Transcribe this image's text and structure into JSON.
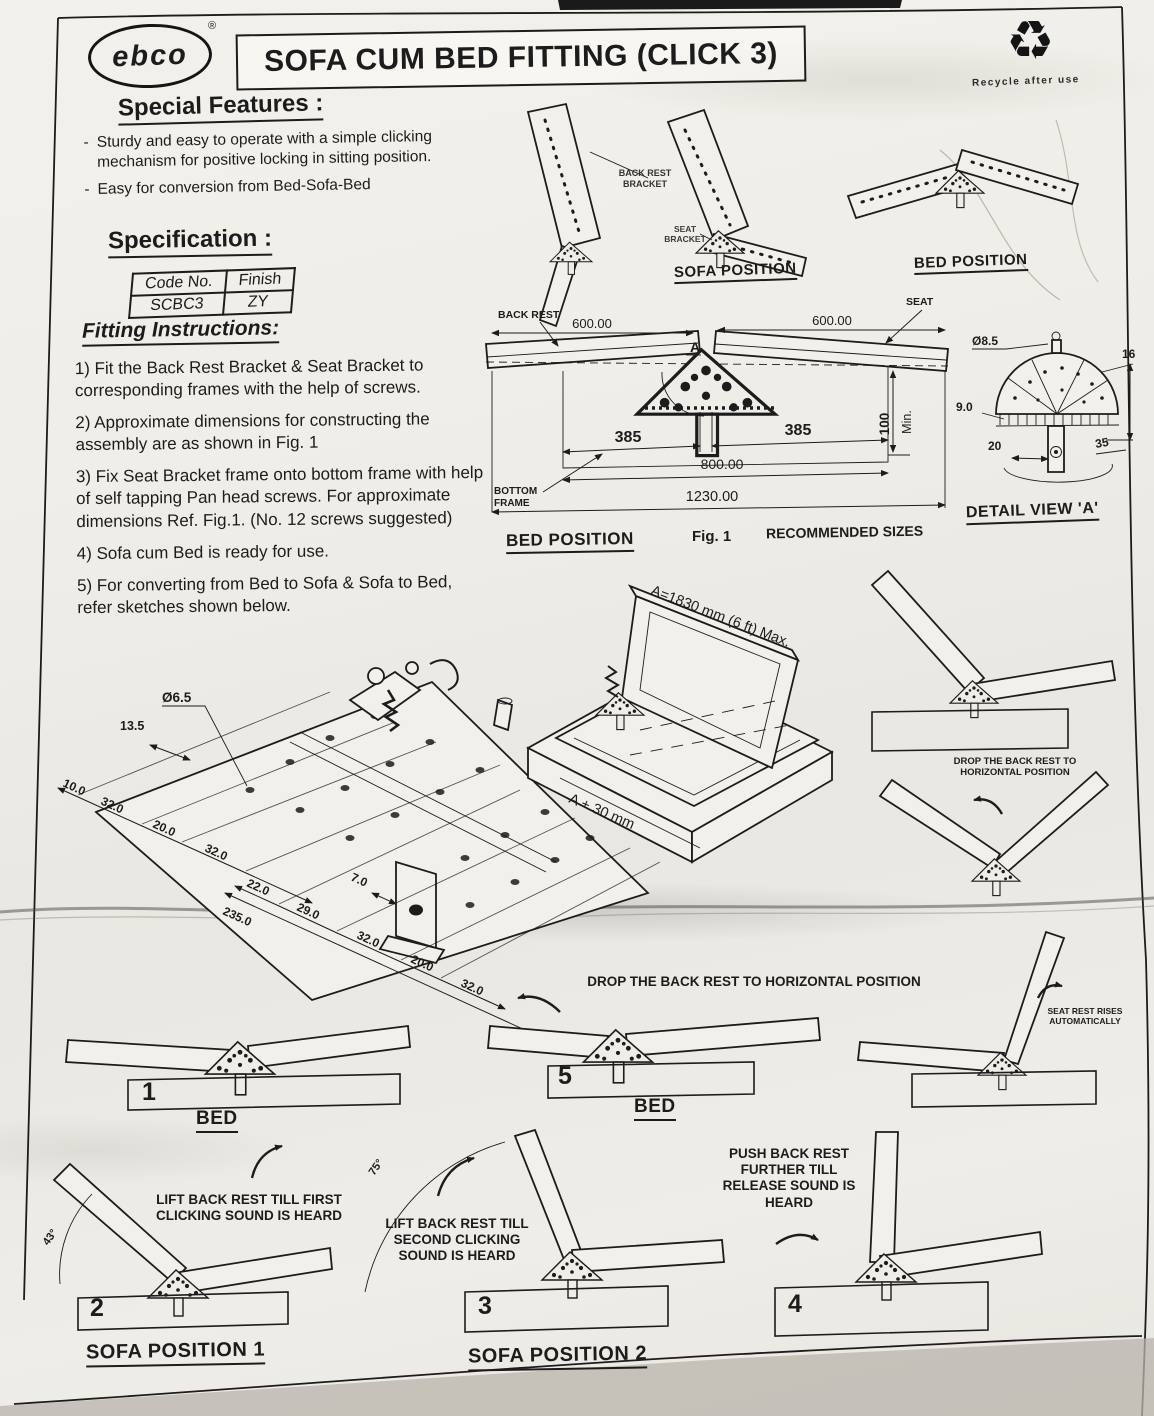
{
  "icons": {
    "recycle": "♻",
    "registered": "®"
  },
  "header": {
    "brand": "ebco",
    "title": "SOFA CUM BED FITTING (CLICK 3)",
    "recycle_note": "Recycle after use"
  },
  "features": {
    "heading": "Special Features :",
    "items": [
      "Sturdy and easy to operate with a simple clicking mechanism  for positive locking in sitting position.",
      "Easy for conversion from Bed-Sofa-Bed"
    ]
  },
  "spec": {
    "heading": "Specification :",
    "col_code": "Code No.",
    "col_finish": "Finish",
    "code": "SCBC3",
    "finish": "ZY"
  },
  "instructions": {
    "heading": "Fitting Instructions:",
    "steps": [
      "1) Fit the Back Rest Bracket & Seat Bracket to corresponding frames with the help of screws.",
      "2) Approximate dimensions for constructing the assembly are as shown in Fig. 1",
      "3) Fix Seat Bracket frame onto bottom frame with help of self tapping Pan head screws. For approximate dimensions Ref. Fig.1. (No. 12 screws suggested)",
      "4) Sofa cum Bed is ready for use.",
      "5) For converting from Bed to Sofa & Sofa to Bed, refer sketches shown below."
    ]
  },
  "top_views": {
    "back_rest_bracket": "BACK REST BRACKET",
    "seat_bracket": "SEAT BRACKET",
    "sofa_position": "SOFA POSITION",
    "bed_position": "BED POSITION"
  },
  "fig1": {
    "back_rest": "BACK REST",
    "seat": "SEAT",
    "point_a": "A",
    "dim_600_left": "600.00",
    "dim_600_right": "600.00",
    "dim_385_left": "385",
    "dim_385_right": "385",
    "dim_800": "800.00",
    "dim_1230": "1230.00",
    "dim_100": "100",
    "dim_min": "Min.",
    "bottom_frame": "BOTTOM FRAME",
    "caption_position": "BED POSITION",
    "caption_fig": "Fig. 1",
    "caption_sizes": "RECOMMENDED SIZES"
  },
  "detail_a": {
    "dim_dia": "Ø8.5",
    "dim_16": "16",
    "dim_9": "9.0",
    "dim_20": "20",
    "dim_35": "35",
    "caption": "DETAIL VIEW 'A'"
  },
  "bracket": {
    "dim_dia": "Ø6.5",
    "dim_135": "13.5",
    "chain1": [
      "10.0",
      "32.0",
      "20.0",
      "32.0"
    ],
    "dim_7": "7.0",
    "chain2": [
      "22.0",
      "29.0",
      "32.0",
      "20.0",
      "32.0"
    ],
    "dim_235": "235.0"
  },
  "bed3d": {
    "dim_a": "A=1830 mm (6 ft) Max.",
    "dim_a_plus": "A + 30 mm"
  },
  "steps_right": {
    "drop_note": "DROP THE BACK REST TO HORIZONTAL POSITION",
    "seat_note": "SEAT REST RISES AUTOMATICALLY"
  },
  "sequence": {
    "n1": "1",
    "bed1": "BED",
    "n5": "5",
    "bed5": "BED",
    "drop_note": "DROP THE BACK REST TO HORIZONTAL POSITION",
    "n2": "2",
    "pos1": "SOFA POSITION 1",
    "note2": "LIFT BACK REST TILL FIRST CLICKING SOUND IS HEARD",
    "angle2": "43°",
    "n3": "3",
    "pos2": "SOFA POSITION 2",
    "note3": "LIFT BACK REST TILL SECOND CLICKING SOUND IS HEARD",
    "angle3": "75°",
    "n4": "4",
    "note4": "PUSH BACK REST FURTHER TILL RELEASE SOUND IS HEARD"
  }
}
